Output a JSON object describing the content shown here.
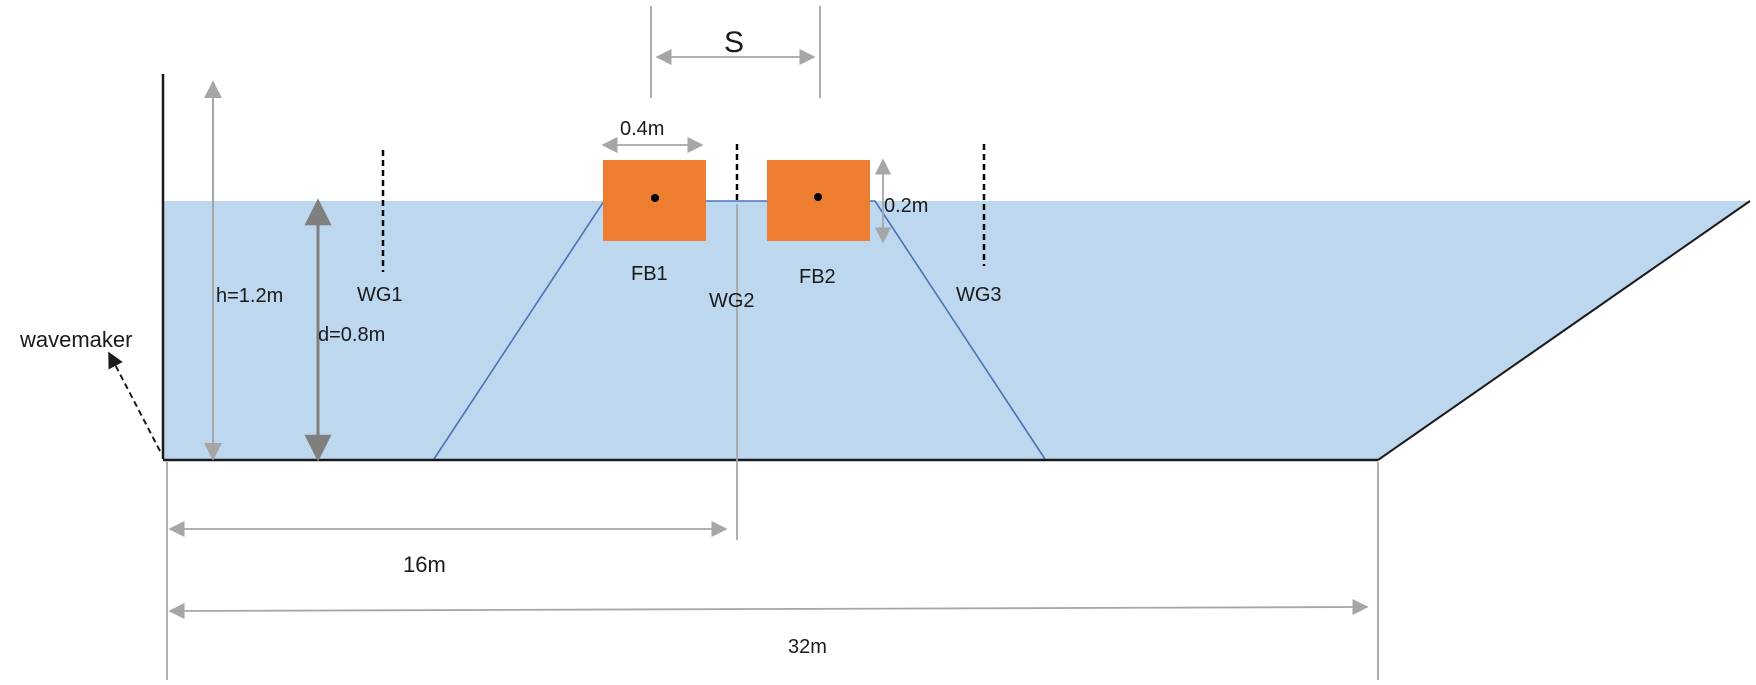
{
  "labels": {
    "wavemaker": "wavemaker",
    "h": "h=1.2m",
    "d": "d=0.8m",
    "wg1": "WG1",
    "wg2": "WG2",
    "wg3": "WG3",
    "fb1": "FB1",
    "fb2": "FB2",
    "spacing": "S",
    "box_width": "0.4m",
    "box_height": "0.2m",
    "dist_16": "16m",
    "dist_32": "32m"
  },
  "colors": {
    "water": "#bdd7ee",
    "floating_body": "#ed7d31",
    "slope_line": "#4a72b8",
    "dim_line": "#a6a6a6",
    "wall": "#1a1a1a"
  }
}
